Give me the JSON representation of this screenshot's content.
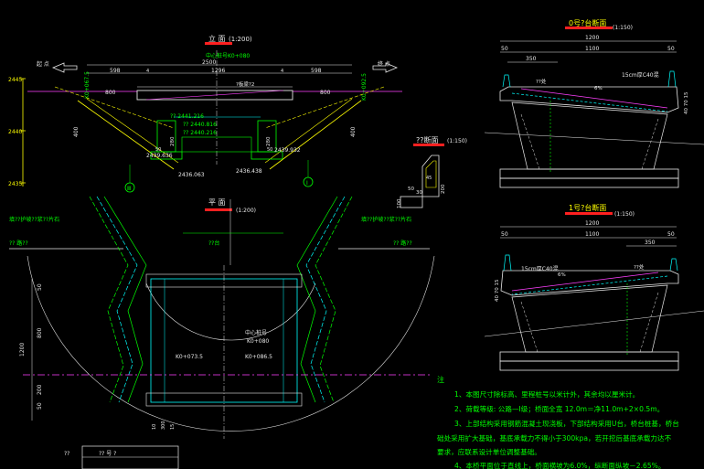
{
  "colors": {
    "background": "#000000",
    "line_white": "#e8e8e8",
    "line_yellow": "#ffff00",
    "line_green": "#00ff00",
    "line_cyan": "#00ffff",
    "line_magenta": "#ff40ff",
    "title_underline": "#ff2020"
  },
  "elevation": {
    "title": "立 面",
    "scale": "(1:200)",
    "center_station": "中心桩号K0+080",
    "left_station": "K0+067.5",
    "right_station": "K0+092.5",
    "left_direction": "起 点",
    "right_direction": "终 点",
    "dim_total": "2500",
    "dim_left": "598",
    "dim_joint_l": "4",
    "dim_center": "1296",
    "dim_joint_r": "4",
    "dim_right": "598",
    "dim_wing_left": "800",
    "dim_wing_right": "800",
    "dim_height_left": "400",
    "dim_height_right": "400",
    "dim_foot_left": "280",
    "dim_foot_right": "280",
    "beam_label": "?板梁?2",
    "elev_deck_a": "?? 2441.216",
    "elev_deck_b": "?? 2440.816",
    "elev_deck_c": "?? 2440.216",
    "elev_left_bottom": "2436.063",
    "elev_right_bottom": "2436.438",
    "elev_left_mid": "2439.636",
    "elev_right_mid": "2439.932",
    "dim_left_small": "50",
    "dim_right_small": "50",
    "scale_top": "2445",
    "scale_mid": "2440",
    "scale_bottom": "2435",
    "marker_left": "Ⅲ",
    "marker_right": "Ⅰ"
  },
  "section_detail": {
    "title": "??断面",
    "scale": "(1:150)",
    "dim_50": "50",
    "dim_30": "30",
    "dim_200": "200",
    "dim_100": "100",
    "dim_45": "45"
  },
  "plan": {
    "title": "平 面",
    "scale": "(1:200)",
    "label_left_slope": "填??护坡??浆??片石",
    "label_right_slope": "填??护坡??浆??片石",
    "label_left_road": "?? 路??",
    "label_right_road": "?? 路??",
    "label_abutment": "??台",
    "station_center": "中心桩号",
    "station_k080": "K0+080",
    "station_k073": "K0+073.5",
    "station_k086": "K0+086.5",
    "dim_1200": "1200",
    "dim_800": "800",
    "dim_50": "50",
    "dim_200": "200",
    "dim_50b": "50",
    "dim_10": "10",
    "dim_300": "300",
    "dim_15": "15",
    "legend_header": "??  号 ?",
    "legend_side": "??"
  },
  "section_top": {
    "title": "0号?台断面",
    "scale": "(1:150)",
    "dim_total": "1200",
    "dim_left": "50",
    "dim_mid": "1100",
    "dim_right": "50",
    "dim_350": "350",
    "layer_label": "15cm厚C40混",
    "joint_label": "??处",
    "slope_label": "6%",
    "dim_vertical": "40 70 15"
  },
  "section_bottom": {
    "title": "1号?台断面",
    "scale": "(1:150)",
    "dim_total": "1200",
    "dim_left": "50",
    "dim_mid": "1100",
    "dim_right": "50",
    "dim_350": "350",
    "layer_label": "15cm厚C40混",
    "joint_label": "??处",
    "slope_label": "6%",
    "dim_vertical": "40 70 15"
  },
  "notes": {
    "header": "注",
    "lines": [
      "1、本图尺寸除标高、里程桩号以米计外，其余均以厘米计。",
      "2、荷载等级: 公路—Ⅰ级；桥面全宽 12.0m＝净11.0m+2×0.5m。",
      "3、上部结构采用钢筋混凝土现浇板，下部结构采用U台，桥台桩基，桥台",
      "础处采用扩大基础，基底承载力不得小于300kpa，若开挖后基底承载力达不",
      "要求，应联系设计单位调整基础。",
      "4、本桥平面位于直线上，桥面横坡为6.0%，纵断面纵坡－2.65%。"
    ]
  }
}
